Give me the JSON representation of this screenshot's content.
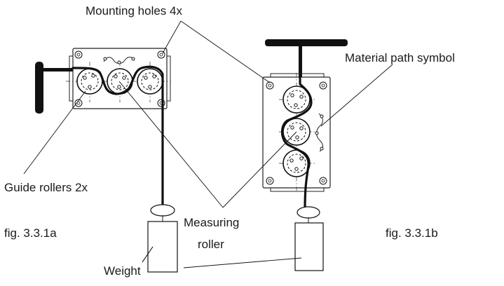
{
  "labels": {
    "mounting_holes": "Mounting holes 4x",
    "material_path_symbol": "Material path symbol",
    "guide_rollers": "Guide rollers 2x",
    "measuring": "Measuring",
    "roller": "roller",
    "fig_a": "fig. 3.3.1a",
    "fig_b": "fig. 3.3.1b",
    "weight": "Weight"
  }
}
